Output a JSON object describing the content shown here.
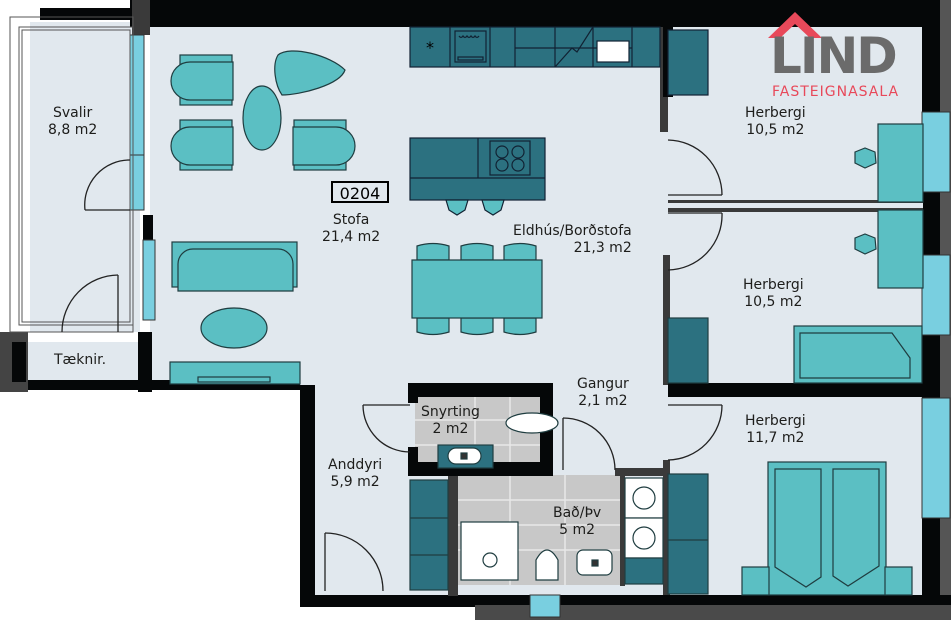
{
  "unit": {
    "id": "0204"
  },
  "logo": {
    "name": "LIND",
    "subtitle": "FASTEIGNASALA",
    "brand_gray": "#6b6b6b",
    "brand_red": "#e8495a"
  },
  "colors": {
    "floor": "#e1e8ee",
    "wall": "#050708",
    "furniture_light": "#5bbfc3",
    "furniture_dark": "#2c7180",
    "window": "#79cfe0",
    "tile": "#c8c8c8"
  },
  "rooms": {
    "svalir": {
      "name": "Svalir",
      "area": "8,8 m2"
    },
    "taeknir": {
      "name": "Tæknir."
    },
    "stofa": {
      "name": "Stofa",
      "area": "21,4 m2"
    },
    "eldhus": {
      "name": "Eldhús/Borðstofa",
      "area": "21,3 m2"
    },
    "herbergi1": {
      "name": "Herbergi",
      "area": "10,5 m2"
    },
    "herbergi2": {
      "name": "Herbergi",
      "area": "10,5 m2"
    },
    "herbergi3": {
      "name": "Herbergi",
      "area": "11,7 m2"
    },
    "gangur": {
      "name": "Gangur",
      "area": "2,1 m2"
    },
    "snyrting": {
      "name": "Snyrting",
      "area": "2 m2"
    },
    "anddyri": {
      "name": "Anddyri",
      "area": "5,9 m2"
    },
    "bad": {
      "name": "Bað/Þv",
      "area": "5 m2"
    }
  }
}
